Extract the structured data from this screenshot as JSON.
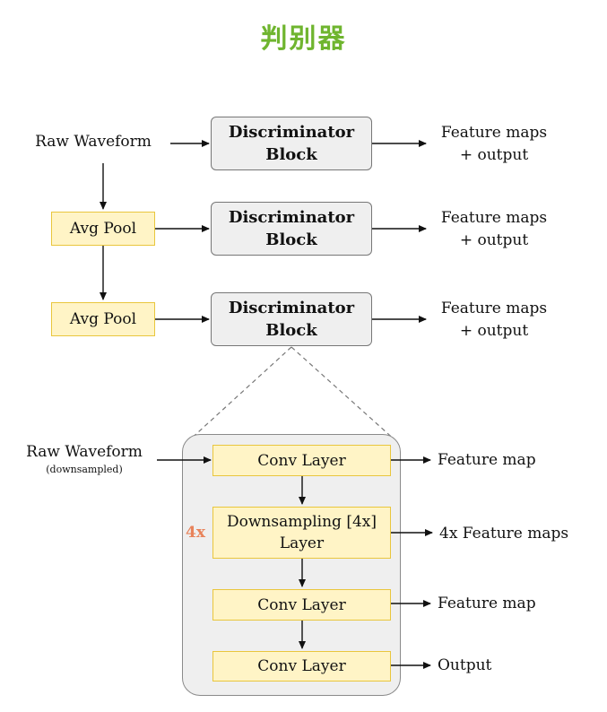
{
  "title": "判别器",
  "top": {
    "input_label": "Raw Waveform",
    "avg_pool_label": "Avg Pool",
    "block_line1": "Discriminator",
    "block_line2": "Block",
    "output_line1": "Feature maps",
    "output_line2": "+ output"
  },
  "detail": {
    "input_label": "Raw Waveform",
    "input_sublabel": "(downsampled)",
    "layers": [
      {
        "label_line1": "Conv Layer",
        "label_line2": "",
        "output": "Feature map"
      },
      {
        "label_line1": "Downsampling [4x]",
        "label_line2": "Layer",
        "output": "4x Feature maps"
      },
      {
        "label_line1": "Conv Layer",
        "label_line2": "",
        "output": "Feature map"
      },
      {
        "label_line1": "Conv Layer",
        "label_line2": "",
        "output": "Output"
      }
    ],
    "repeat_label": "4x"
  },
  "colors": {
    "title": "#6fb52f",
    "block_fill": "#efefef",
    "yellow_fill": "#fff4c6",
    "yellow_border": "#e9c63d",
    "repeat_label": "#e8835b"
  }
}
